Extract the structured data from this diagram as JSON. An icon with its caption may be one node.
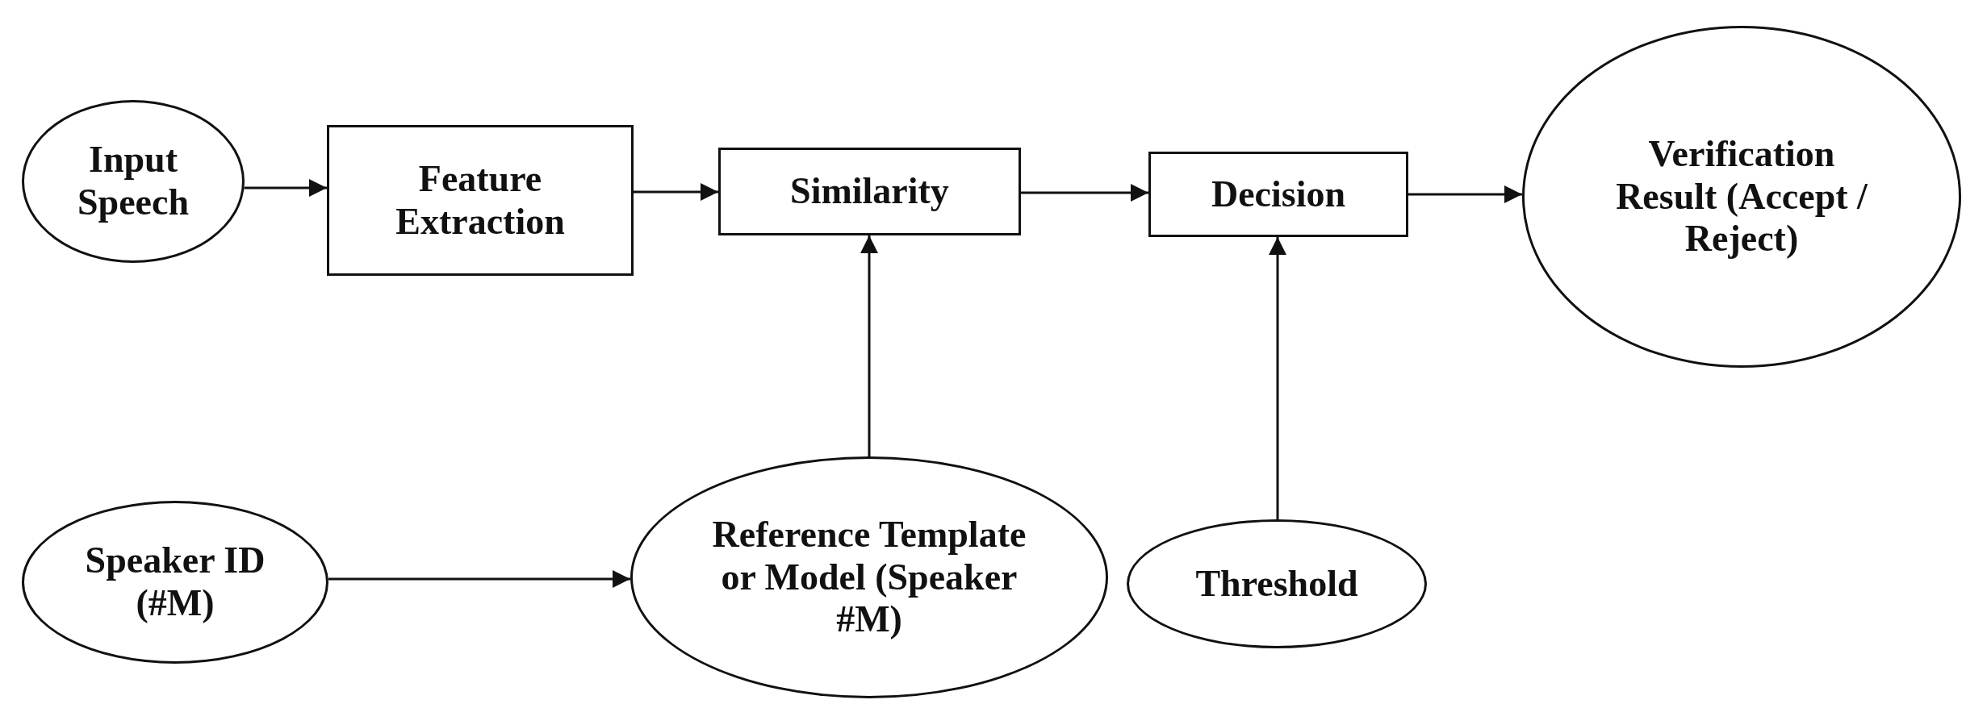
{
  "diagram": {
    "nodes": [
      {
        "text": [
          "Input Speech"
        ]
      },
      {
        "text": [
          "Feature Extraction"
        ]
      },
      {
        "text": [
          "Similarity"
        ]
      },
      {
        "text": [
          "Decision"
        ]
      },
      {
        "text": [
          "Verification Result (Accept / Reject)"
        ]
      },
      {
        "text": [
          "Speaker ID (#M)"
        ]
      },
      {
        "text": [
          "Reference Template or Model (Speaker #M)"
        ]
      },
      {
        "text": [
          "Threshold"
        ]
      }
    ],
    "edges": [
      {
        "from": 0,
        "to": 1,
        "arrow": "to"
      },
      {
        "from": 1,
        "to": 2,
        "arrow": "to"
      },
      {
        "from": 2,
        "to": 3,
        "arrow": "to"
      },
      {
        "from": 3,
        "to": 4,
        "arrow": "to"
      },
      {
        "from": 6,
        "to": 2,
        "arrow": "to"
      },
      {
        "from": 7,
        "to": 3,
        "arrow": "to"
      },
      {
        "from": 5,
        "to": 6,
        "arrow": "to"
      }
    ]
  }
}
